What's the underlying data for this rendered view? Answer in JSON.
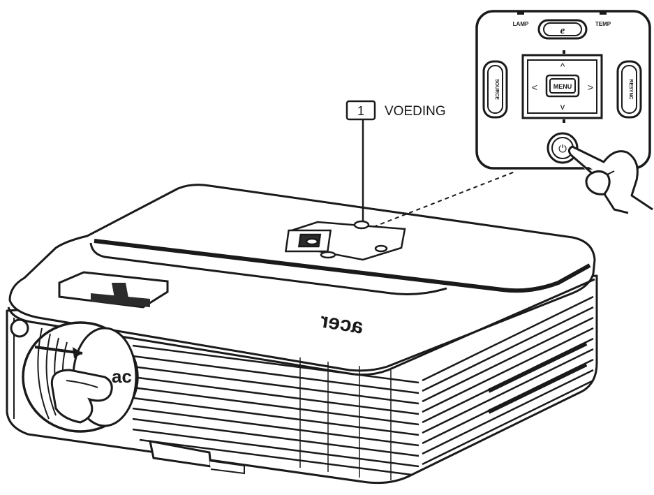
{
  "callout": {
    "number": "1",
    "text": "VOEDING"
  },
  "panel": {
    "lamp": "LAMP",
    "temp": "TEMP",
    "e_key": "e",
    "source": "SOURCE",
    "resync": "RESYNC",
    "menu": "MENU",
    "up": "^",
    "down": "v",
    "left": "<",
    "right": ">",
    "power": "⏻"
  },
  "brand": {
    "logo_text": "acer",
    "lens_text": "ac"
  },
  "colors": {
    "line": "#1a1a1a",
    "fill": "#ffffff",
    "shade": "#2b2b2b"
  }
}
